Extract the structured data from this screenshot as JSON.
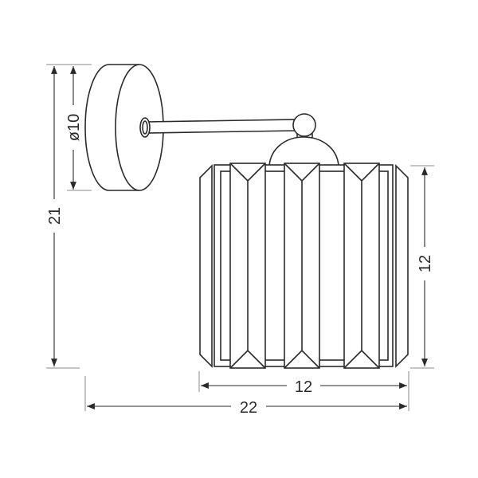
{
  "dimensions": {
    "total_height": "21",
    "backplate_diameter": "ø10",
    "shade_height": "12",
    "shade_width": "12",
    "total_depth": "22"
  },
  "colors": {
    "line": "#2a2a2a",
    "background": "#ffffff"
  }
}
